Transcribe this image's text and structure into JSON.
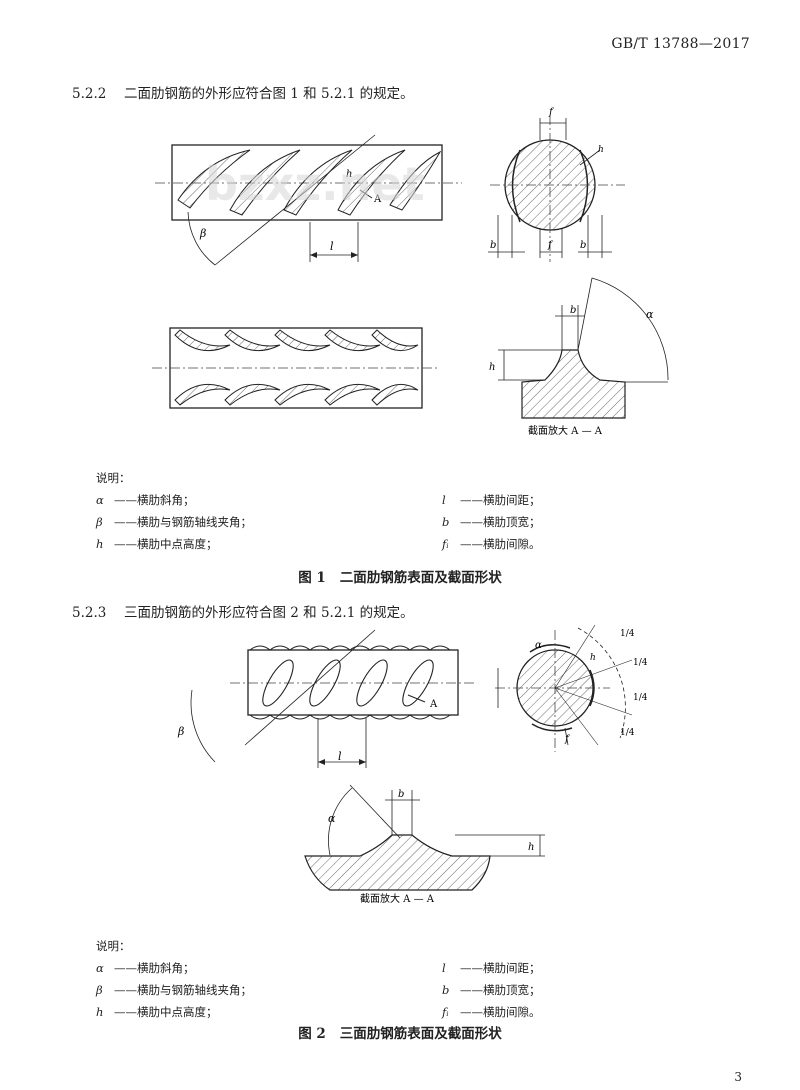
{
  "header": {
    "standard": "GB/T 13788—2017"
  },
  "clauses": [
    {
      "number": "5.2.2",
      "text": "二面肋钢筋的外形应符合图 1 和 5.2.1 的规定。"
    },
    {
      "number": "5.2.3",
      "text": "三面肋钢筋的外形应符合图 2 和 5.2.1 的规定。"
    }
  ],
  "watermark": "bzxz.net",
  "figure1": {
    "labels": {
      "f": "f",
      "f_i": "f",
      "h": "h",
      "h_1_4": "h",
      "b": "b",
      "beta": "β",
      "alpha": "α",
      "l": "l",
      "A": "A",
      "section_caption": "截面放大 A — A"
    },
    "legend_title": "说明：",
    "legend": [
      {
        "sym": "α",
        "text": "——横肋斜角；"
      },
      {
        "sym": "β",
        "text": "——横肋与钢筋轴线夹角；"
      },
      {
        "sym": "h",
        "text": "——横肋中点高度；"
      },
      {
        "sym": "l",
        "text": "——横肋间距；"
      },
      {
        "sym": "b",
        "text": "——横肋顶宽；"
      },
      {
        "sym": "fᵢ",
        "text": "——横肋间隙。"
      }
    ],
    "caption_no": "图 1",
    "caption_text": "二面肋钢筋表面及截面形状"
  },
  "figure2": {
    "labels": {
      "alpha": "α",
      "beta": "β",
      "l": "l",
      "b": "b",
      "h": "h",
      "f": "f",
      "A": "A",
      "quarter": "1/4",
      "section_caption": "截面放大 A — A"
    },
    "legend_title": "说明：",
    "legend": [
      {
        "sym": "α",
        "text": "——横肋斜角；"
      },
      {
        "sym": "β",
        "text": "——横肋与钢筋轴线夹角；"
      },
      {
        "sym": "h",
        "text": "——横肋中点高度；"
      },
      {
        "sym": "l",
        "text": "——横肋间距；"
      },
      {
        "sym": "b",
        "text": "——横肋顶宽；"
      },
      {
        "sym": "fᵢ",
        "text": "——横肋间隙。"
      }
    ],
    "caption_no": "图 2",
    "caption_text": "三面肋钢筋表面及截面形状"
  },
  "page_number": "3"
}
